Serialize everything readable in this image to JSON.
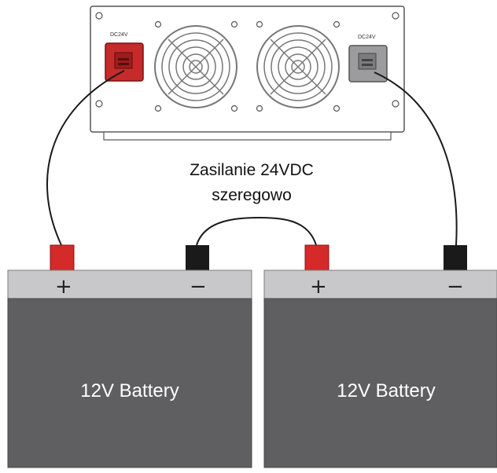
{
  "inverter": {
    "left_port_label": "DC24V",
    "right_port_label": "DC24V"
  },
  "caption": {
    "line1": "Zasilanie 24VDC",
    "line2": "szeregowo"
  },
  "batteries": [
    {
      "label": "12V Battery",
      "plus": "+",
      "minus": "−"
    },
    {
      "label": "12V Battery",
      "plus": "+",
      "minus": "−"
    }
  ],
  "colors": {
    "positive": "#d42a2a",
    "negative": "#1a1a1a",
    "battery_body": "#5f5f61",
    "battery_top": "#c8c8ca"
  }
}
